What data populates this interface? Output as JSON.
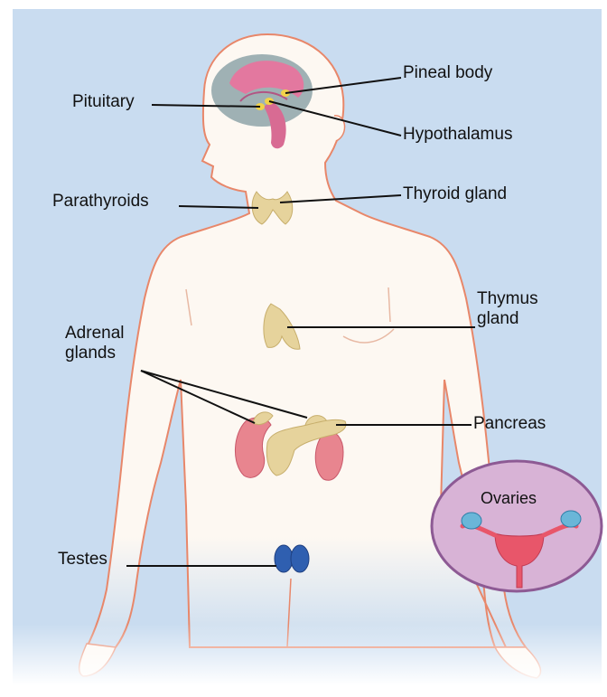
{
  "labels": {
    "pineal_body": "Pineal body",
    "pituitary": "Pituitary",
    "hypothalamus": "Hypothalamus",
    "parathyroids": "Parathyroids",
    "thyroid_gland": "Thyroid gland",
    "thymus_gland": "Thymus\ngland",
    "adrenal_glands": "Adrenal\nglands",
    "pancreas": "Pancreas",
    "ovaries": "Ovaries",
    "testes": "Testes"
  },
  "colors": {
    "background": "#c9dcf0",
    "body_fill": "#fdf8f2",
    "body_outline": "#e8876a",
    "brain_grey": "#9fb1b4",
    "brain_pink": "#e3789f",
    "gland_tan": "#e6d39c",
    "kidney_red": "#e8858f",
    "testes_blue": "#2f5fb0",
    "ovary_bubble": "#d8b3d6",
    "ovary_outline": "#8d5a94",
    "uterus_red": "#e8566a",
    "ovary_blue": "#6ab6d8",
    "leader_line": "#111111"
  }
}
